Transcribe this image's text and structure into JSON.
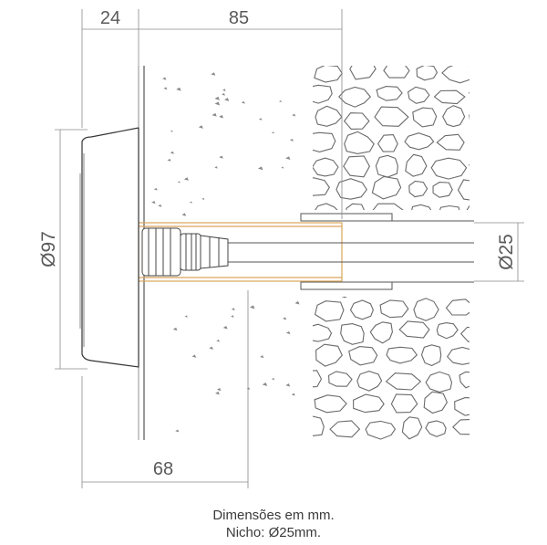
{
  "dimensions": {
    "top_left": "24",
    "top_right": "85",
    "left_vertical": "Ø97",
    "right_vertical": "Ø25",
    "bottom": "68"
  },
  "caption": {
    "line1": "Dimensões em mm.",
    "line2": "Nicho: Ø25mm."
  },
  "colors": {
    "line": "#4a4a4a",
    "conduit": "#d9a55a",
    "dims": "#8a8a8a"
  }
}
